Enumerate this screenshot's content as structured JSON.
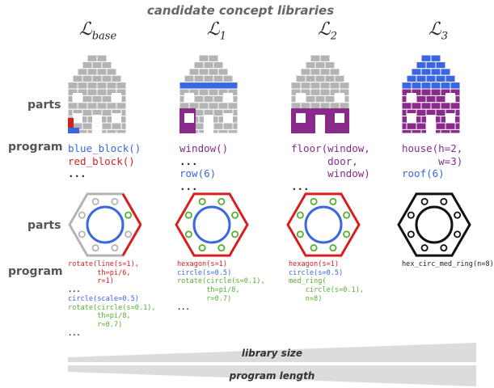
{
  "title": "candidate concept libraries",
  "libraries": [
    {
      "symbol": "ℒ",
      "sub": "base"
    },
    {
      "symbol": "ℒ",
      "sub": "1"
    },
    {
      "symbol": "ℒ",
      "sub": "2"
    },
    {
      "symbol": "ℒ",
      "sub": "3"
    }
  ],
  "row_labels": {
    "parts": "parts",
    "program": "program"
  },
  "house_programs": [
    [
      {
        "text": "blue_block()",
        "color": "blue"
      },
      {
        "text": "red_block()",
        "color": "red"
      },
      {
        "text": "...",
        "color": "black"
      }
    ],
    [
      {
        "text": "window()",
        "color": "purple"
      },
      {
        "text": "...",
        "color": "black"
      },
      {
        "text": "row(6)",
        "color": "blue"
      },
      {
        "text": "...",
        "color": "black"
      }
    ],
    [
      {
        "text": "floor(window,",
        "color": "purple"
      },
      {
        "text": "      door,",
        "color": "purple"
      },
      {
        "text": "      window)",
        "color": "purple"
      },
      {
        "text": "...",
        "color": "black"
      }
    ],
    [
      {
        "text": "house(h=2,",
        "color": "purple"
      },
      {
        "text": "      w=3)",
        "color": "purple"
      },
      {
        "text": "roof(6)",
        "color": "blue"
      }
    ]
  ],
  "circle_programs": [
    [
      {
        "text": "rotate(line(s=1),",
        "color": "red"
      },
      {
        "text": "       th=pi/6,",
        "color": "red"
      },
      {
        "text": "       r=1)",
        "color": "red"
      },
      {
        "text": "...",
        "color": "black"
      },
      {
        "text": "circle(scale=0.5)",
        "color": "blue"
      },
      {
        "text": "rotate(circle(s=0.1),",
        "color": "green"
      },
      {
        "text": "       th=pi/8,",
        "color": "green"
      },
      {
        "text": "       r=0.7)",
        "color": "green"
      },
      {
        "text": "...",
        "color": "black"
      }
    ],
    [
      {
        "text": "hexagon(s=1)",
        "color": "red"
      },
      {
        "text": "circle(s=0.5)",
        "color": "blue"
      },
      {
        "text": "rotate(circle(s=0.1),",
        "color": "green"
      },
      {
        "text": "       th=pi/8,",
        "color": "green"
      },
      {
        "text": "       r=0.7)",
        "color": "green"
      },
      {
        "text": "...",
        "color": "black"
      }
    ],
    [
      {
        "text": "hexagon(s=1)",
        "color": "red"
      },
      {
        "text": "circle(s=0.5)",
        "color": "blue"
      },
      {
        "text": "med_ring(",
        "color": "green"
      },
      {
        "text": "    circle(s=0.1),",
        "color": "green"
      },
      {
        "text": "    n=8)",
        "color": "green"
      }
    ],
    [
      {
        "text": "hex_circ_med_ring(n=8)",
        "color": "black"
      }
    ]
  ],
  "bands": {
    "library_size": "library size",
    "program_length": "program length"
  },
  "colors": {
    "gray": "#b4b4b4",
    "blue": "#3a66e0",
    "red": "#d62020",
    "purple": "#8a2a8a",
    "green": "#55b030"
  }
}
